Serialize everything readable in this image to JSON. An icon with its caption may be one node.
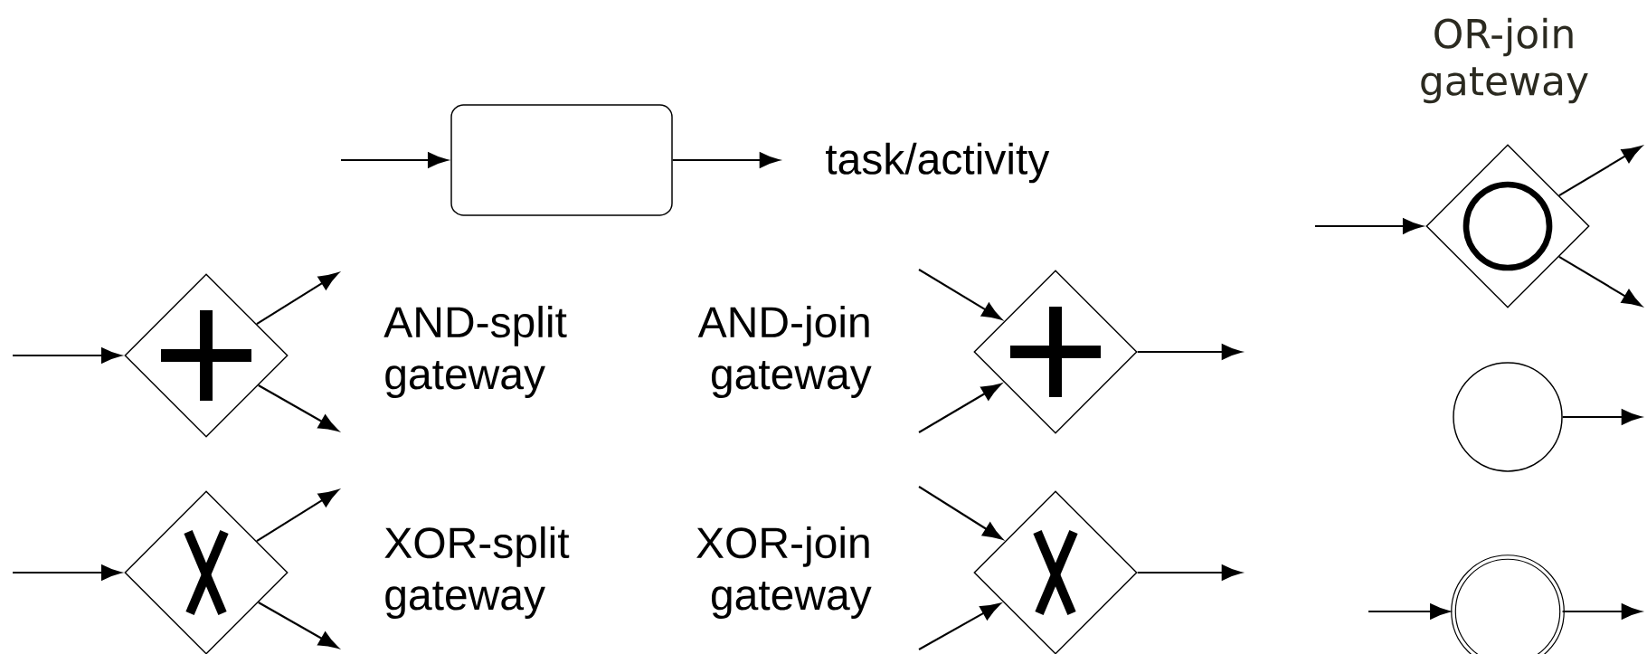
{
  "diagram": {
    "nodes": [
      {
        "text": [],
        "shape": "box"
      },
      {
        "text": [],
        "shape": "diamond",
        "beside": [
          "AND-split gateway"
        ]
      },
      {
        "text": [],
        "shape": "diamond",
        "beside": [
          "AND-join gateway"
        ]
      },
      {
        "text": [],
        "shape": "diamond",
        "beside": [
          "XOR-split gateway"
        ]
      },
      {
        "text": [],
        "shape": "diamond",
        "beside": [
          "XOR-join gateway"
        ]
      },
      {
        "text": [],
        "shape": "diamond",
        "beside": [
          "OR-join gateway"
        ]
      },
      {
        "text": [],
        "shape": "circle"
      },
      {
        "text": [],
        "shape": "circle"
      }
    ],
    "edges": [
      {
        "from": null,
        "to": 0,
        "arrow": "to"
      },
      {
        "from": 0,
        "to": null,
        "arrow": "to"
      },
      {
        "from": null,
        "to": 1,
        "arrow": "to"
      },
      {
        "from": 1,
        "to": null,
        "arrow": "to"
      },
      {
        "from": 1,
        "to": null,
        "arrow": "to"
      },
      {
        "from": null,
        "to": 2,
        "arrow": "to"
      },
      {
        "from": null,
        "to": 2,
        "arrow": "to"
      },
      {
        "from": 2,
        "to": null,
        "arrow": "to"
      },
      {
        "from": null,
        "to": 3,
        "arrow": "to"
      },
      {
        "from": 3,
        "to": null,
        "arrow": "to"
      },
      {
        "from": 3,
        "to": null,
        "arrow": "to"
      },
      {
        "from": null,
        "to": 4,
        "arrow": "to"
      },
      {
        "from": null,
        "to": 4,
        "arrow": "to"
      },
      {
        "from": 4,
        "to": null,
        "arrow": "to"
      },
      {
        "from": null,
        "to": 5,
        "arrow": "to"
      },
      {
        "from": 5,
        "to": null,
        "arrow": "to"
      },
      {
        "from": 5,
        "to": null,
        "arrow": "to"
      },
      {
        "from": 6,
        "to": null,
        "arrow": "to"
      },
      {
        "from": null,
        "to": 7,
        "arrow": "to"
      },
      {
        "from": 7,
        "to": null,
        "arrow": "to"
      }
    ],
    "labels": [
      "task/activity"
    ]
  }
}
